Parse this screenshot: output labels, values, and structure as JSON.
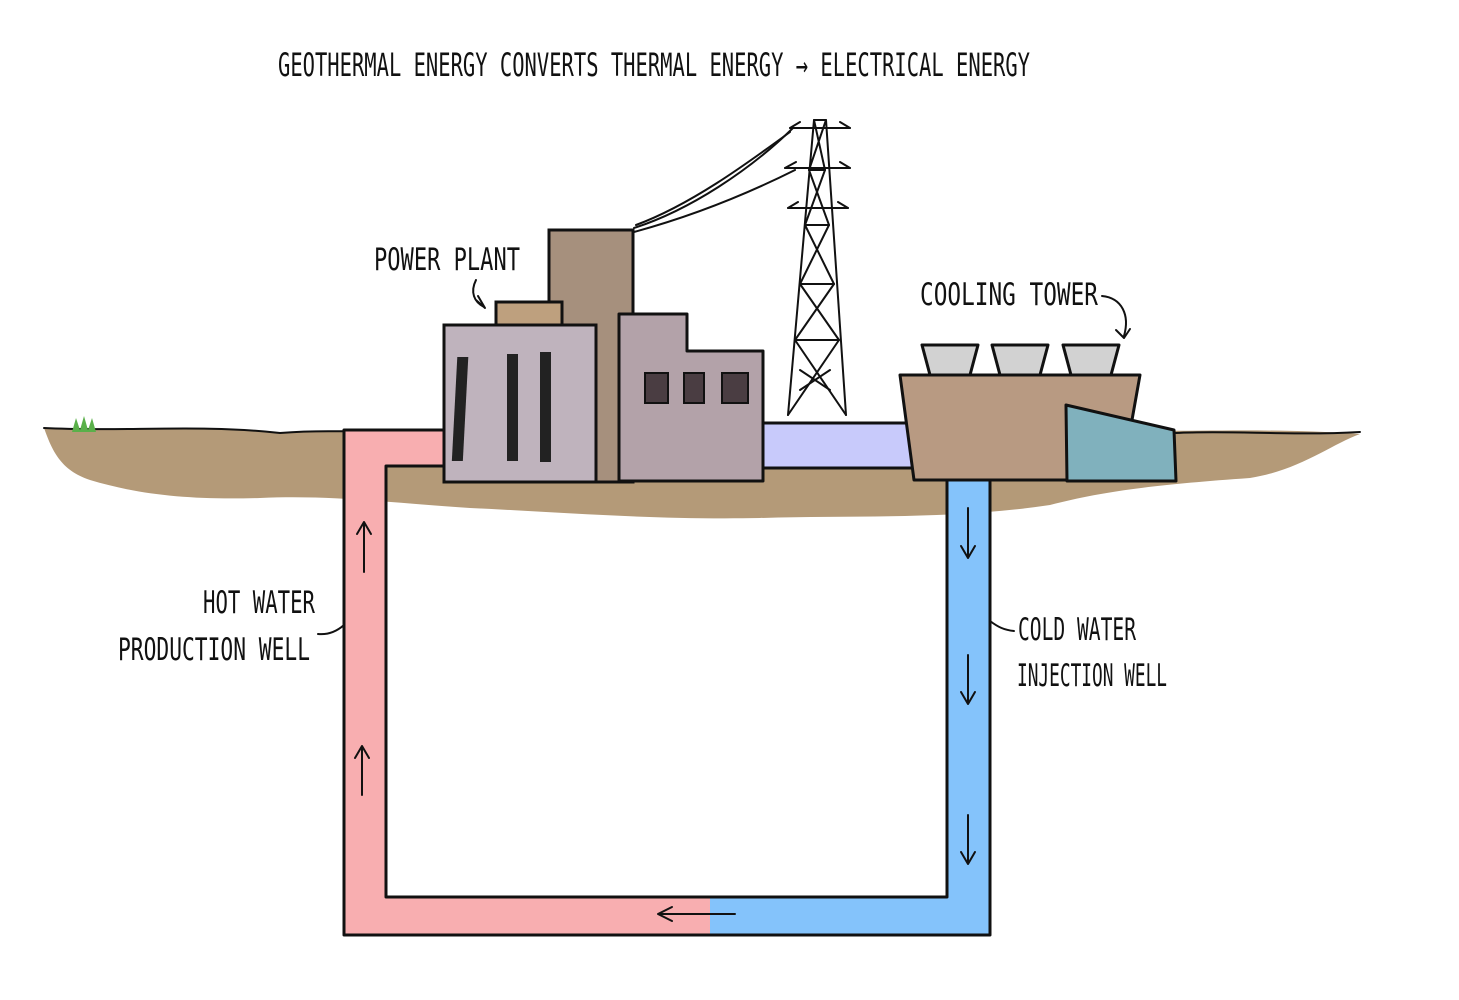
{
  "diagram": {
    "title": "GEOTHERMAL ENERGY  CONVERTS  THERMAL ENERGY → ELECTRICAL  ENERGY",
    "labels": {
      "power_plant": "POWER PLANT",
      "cooling_tower": "COOLING TOWER",
      "hot_water_line1": "HOT WATER",
      "hot_water_line2": "PRODUCTION WELL",
      "cold_water_line1": "COLD WATER",
      "cold_water_line2": "INJECTION WELL"
    },
    "colors": {
      "ground": "#b49a78",
      "hot_pipe": "#f8aeb0",
      "cold_pipe": "#84c3fb",
      "connector_pipe": "#c8cafb",
      "plant_main": "#bfb3bd",
      "plant_side": "#b3a2a9",
      "plant_stack": "#a6907d",
      "plant_roof_box": "#bea07e",
      "cooling_base": "#b89a82",
      "cooling_cup": "#d2d2d2",
      "condenser": "#80b1bd",
      "grass": "#5ab04a"
    },
    "icons": [
      "transmission-tower-icon",
      "grass-icon"
    ]
  }
}
